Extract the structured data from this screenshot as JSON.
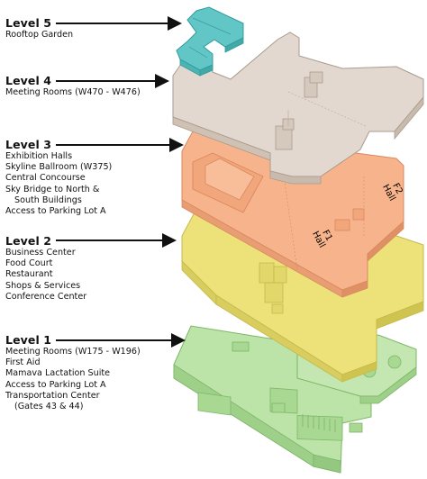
{
  "levels": [
    {
      "title": "Level 5",
      "items": [
        {
          "text": "Rooftop Garden",
          "indent": false
        }
      ],
      "color": "#5fc4c4"
    },
    {
      "title": "Level 4",
      "items": [
        {
          "text": "Meeting Rooms (W470 - W476)",
          "indent": false
        }
      ],
      "color": "#e0d6cc"
    },
    {
      "title": "Level 3",
      "items": [
        {
          "text": "Exhibition Halls",
          "indent": false
        },
        {
          "text": "Skyline Ballroom (W375)",
          "indent": false
        },
        {
          "text": "Central Concourse",
          "indent": false
        },
        {
          "text": "Sky Bridge to North &",
          "indent": false
        },
        {
          "text": "South Buildings",
          "indent": true
        },
        {
          "text": "Access to Parking Lot A",
          "indent": false
        }
      ],
      "color": "#f7b48c"
    },
    {
      "title": "Level 2",
      "items": [
        {
          "text": "Business Center",
          "indent": false
        },
        {
          "text": "Food Court",
          "indent": false
        },
        {
          "text": "Restaurant",
          "indent": false
        },
        {
          "text": "Shops & Services",
          "indent": false
        },
        {
          "text": "Conference Center",
          "indent": false
        }
      ],
      "color": "#ece27a"
    },
    {
      "title": "Level 1",
      "items": [
        {
          "text": "Meeting Rooms (W175 - W196)",
          "indent": false
        },
        {
          "text": "First Aid",
          "indent": false
        },
        {
          "text": "Mamava Lactation Suite",
          "indent": false
        },
        {
          "text": "Access to Parking Lot A",
          "indent": false
        },
        {
          "text": "Transportation Center",
          "indent": false
        },
        {
          "text": "(Gates 43 & 44)",
          "indent": true
        }
      ],
      "color": "#b9e0a5"
    }
  ],
  "floor_labels": {
    "hall_f1": [
      "Hall",
      "F1"
    ],
    "hall_f2": [
      "Hall",
      "F2"
    ]
  }
}
